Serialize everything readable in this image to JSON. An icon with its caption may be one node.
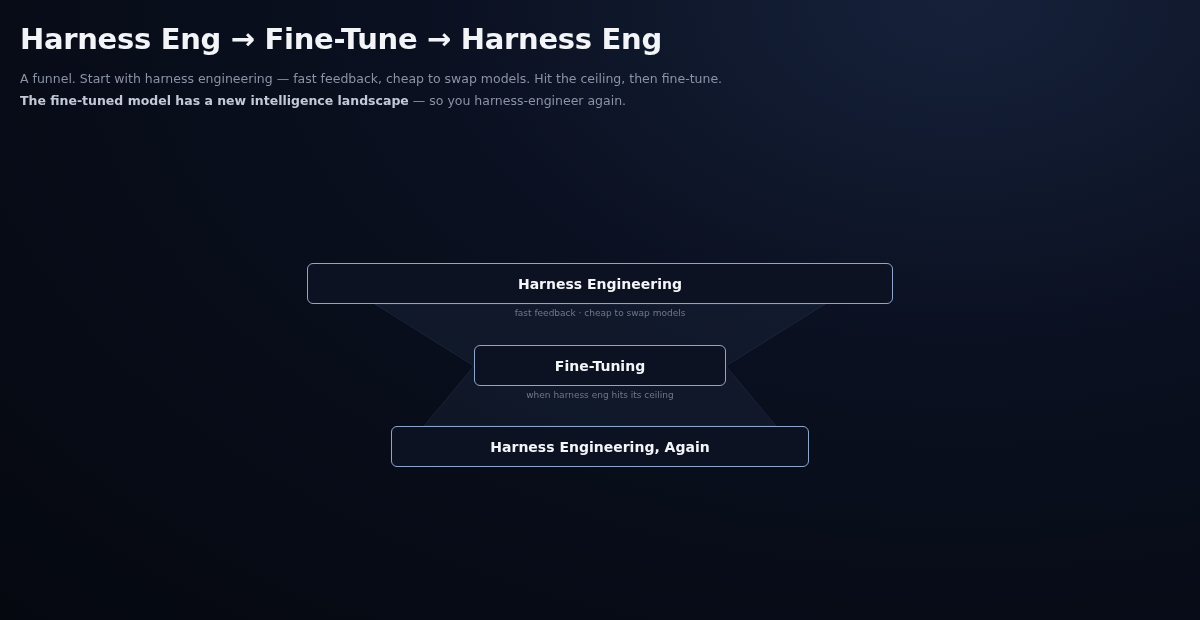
{
  "diagram": {
    "title": "Harness Eng → Fine-Tune → Harness Eng",
    "caption": "A funnel. Start with harness engineering — fast feedback, cheap to swap models. Hit the ceiling, then fine-tune. **The fine-tuned model has a new intelligence landscape** — so you harness-engineer again.",
    "nodes": [
      {
        "text": [
          "Harness Engineering"
        ],
        "beside": [
          "fast feedback · cheap to swap models"
        ]
      },
      {
        "text": [
          "Fine-Tuning"
        ],
        "beside": [
          "when harness eng hits its ceiling"
        ]
      },
      {
        "text": [
          "Harness Engineering, Again"
        ]
      }
    ]
  }
}
